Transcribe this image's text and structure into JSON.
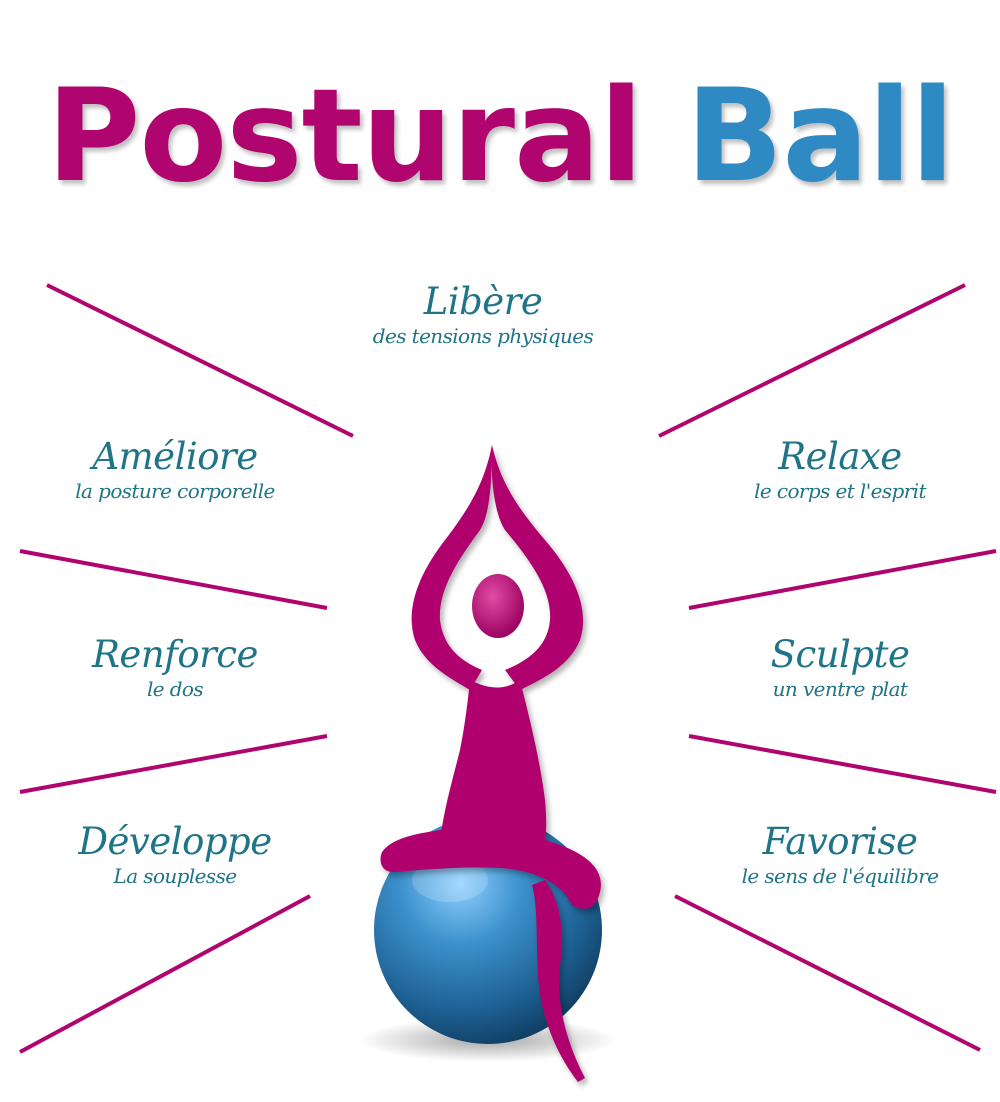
{
  "title": {
    "word1": "Postural",
    "word2": "Ball",
    "color1": "#b0046e",
    "color2": "#2f8ac4"
  },
  "benefits": {
    "top": {
      "head": "Libère",
      "sub": "des tensions physiques"
    },
    "left1": {
      "head": "Améliore",
      "sub": "la posture corporelle"
    },
    "left2": {
      "head": "Renforce",
      "sub": "le dos"
    },
    "left3": {
      "head": "Développe",
      "sub": "La souplesse"
    },
    "right1": {
      "head": "Relaxe",
      "sub": "le corps et l'esprit"
    },
    "right2": {
      "head": "Sculpte",
      "sub": "un ventre plat"
    },
    "right3": {
      "head": "Favorise",
      "sub": "le sens de l'équilibre"
    }
  },
  "colors": {
    "magenta": "#b0046e",
    "teal_text": "#1f7487",
    "ball_blue": "#2f7fb8"
  },
  "figure": {
    "description_icon": "yoga-figure-on-ball-icon"
  }
}
